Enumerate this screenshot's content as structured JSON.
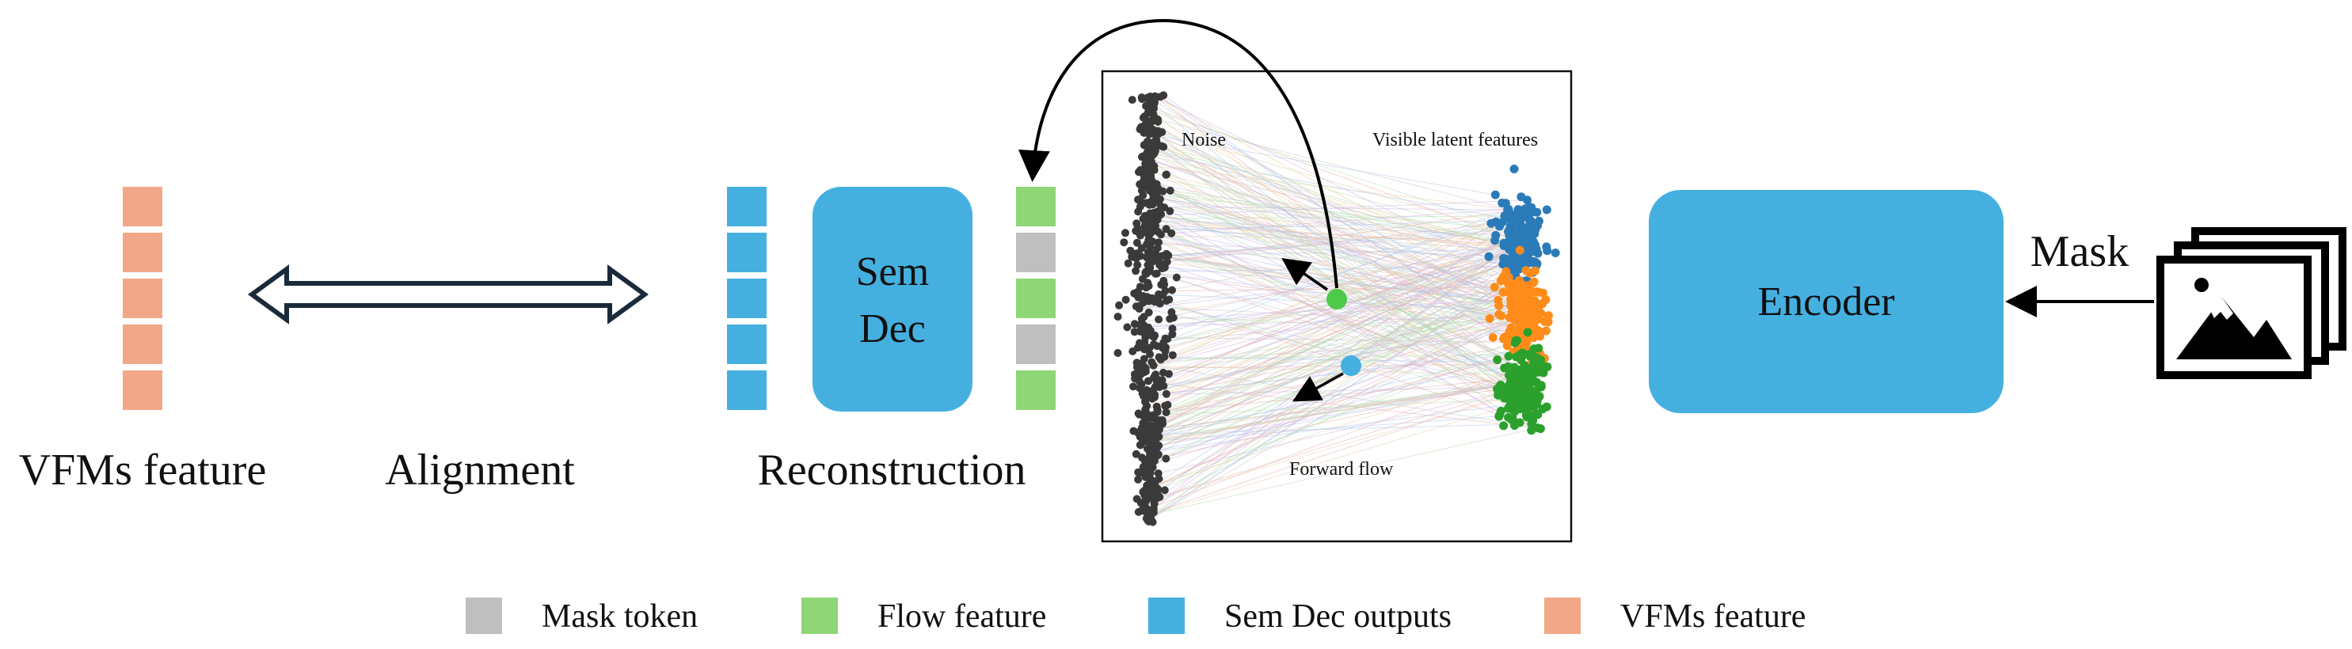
{
  "colors": {
    "vfm": "#f2a888",
    "sem_dec": "#45b0e0",
    "flow": "#8fd676",
    "mask": "#bfbfbf",
    "encoder": "#45b0e0",
    "cluster_blue": "#2b7bb9",
    "cluster_orange": "#ff8c1a",
    "cluster_green": "#2ca02c",
    "noise": "#3a3a3a",
    "point_green": "#4fc94a",
    "point_blue": "#45b0e0"
  },
  "labels": {
    "vfms_feature": "VFMs feature",
    "alignment": "Alignment",
    "reconstruction": "Reconstruction",
    "sem_dec_line1": "Sem",
    "sem_dec_line2": "Dec",
    "encoder": "Encoder",
    "mask": "Mask"
  },
  "flow_panel": {
    "noise_label": "Noise",
    "visible_label": "Visible latent features",
    "forward_label": "Forward flow"
  },
  "token_stacks": {
    "vfm": [
      "vfm",
      "vfm",
      "vfm",
      "vfm",
      "vfm"
    ],
    "sem_dec_outputs": [
      "sem_dec",
      "sem_dec",
      "sem_dec",
      "sem_dec",
      "sem_dec"
    ],
    "flow_input": [
      "flow",
      "mask",
      "flow",
      "mask",
      "flow"
    ]
  },
  "legend": [
    {
      "key": "mask",
      "label": "Mask token"
    },
    {
      "key": "flow",
      "label": "Flow feature"
    },
    {
      "key": "sem_dec",
      "label": "Sem Dec outputs"
    },
    {
      "key": "vfm",
      "label": "VFMs feature"
    }
  ],
  "icons": {
    "image_stack": "image-stack-icon"
  }
}
